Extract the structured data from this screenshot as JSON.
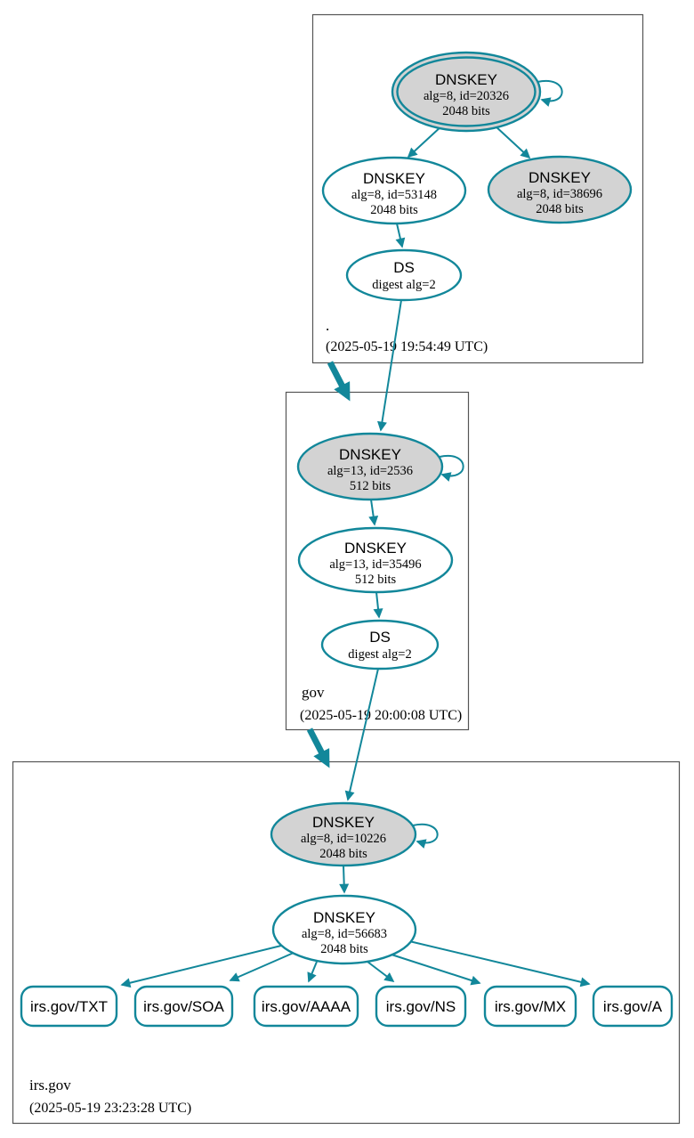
{
  "colors": {
    "edge_teal": "#12879a",
    "ksk_fill": "#d3d3d3",
    "node_fill": "#ffffff",
    "box_border": "#555555",
    "text": "#000000"
  },
  "zones": {
    "root": {
      "label": ".",
      "timestamp": "(2025-05-19 19:54:49 UTC)"
    },
    "gov": {
      "label": "gov",
      "timestamp": "(2025-05-19 20:00:08 UTC)"
    },
    "irs_gov": {
      "label": "irs.gov",
      "timestamp": "(2025-05-19 23:23:28 UTC)"
    }
  },
  "nodes": {
    "root_ksk": {
      "title": "DNSKEY",
      "detail": "alg=8, id=20326",
      "bits": "2048 bits"
    },
    "root_zsk": {
      "title": "DNSKEY",
      "detail": "alg=8, id=53148",
      "bits": "2048 bits"
    },
    "root_standby": {
      "title": "DNSKEY",
      "detail": "alg=8, id=38696",
      "bits": "2048 bits"
    },
    "root_ds": {
      "title": "DS",
      "detail": "digest alg=2"
    },
    "gov_ksk": {
      "title": "DNSKEY",
      "detail": "alg=13, id=2536",
      "bits": "512 bits"
    },
    "gov_zsk": {
      "title": "DNSKEY",
      "detail": "alg=13, id=35496",
      "bits": "512 bits"
    },
    "gov_ds": {
      "title": "DS",
      "detail": "digest alg=2"
    },
    "irs_ksk": {
      "title": "DNSKEY",
      "detail": "alg=8, id=10226",
      "bits": "2048 bits"
    },
    "irs_zsk": {
      "title": "DNSKEY",
      "detail": "alg=8, id=56683",
      "bits": "2048 bits"
    }
  },
  "rrsets": [
    {
      "label": "irs.gov/TXT"
    },
    {
      "label": "irs.gov/SOA"
    },
    {
      "label": "irs.gov/AAAA"
    },
    {
      "label": "irs.gov/NS"
    },
    {
      "label": "irs.gov/MX"
    },
    {
      "label": "irs.gov/A"
    }
  ]
}
